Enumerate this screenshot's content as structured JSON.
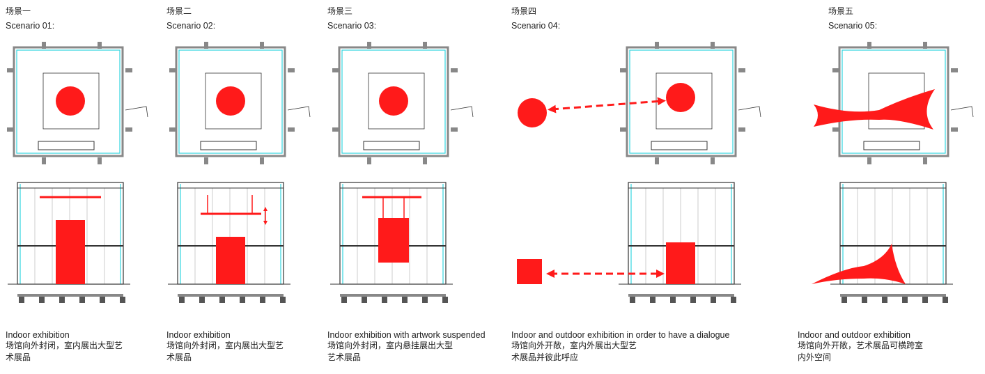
{
  "scenarios": [
    {
      "title_cn": "场景一",
      "title_en": "Scenario 01:",
      "desc_en": "Indoor exhibition",
      "desc_cn": [
        "场馆向外封闭，室内展出大型艺",
        "术展品"
      ]
    },
    {
      "title_cn": "场景二",
      "title_en": "Scenario 02:",
      "desc_en": "Indoor exhibition",
      "desc_cn": [
        "场馆向外封闭，室内展出大型艺",
        "术展品"
      ]
    },
    {
      "title_cn": "场景三",
      "title_en": "Scenario 03:",
      "desc_en": "Indoor exhibition with artwork suspended",
      "desc_cn": [
        "场馆向外封闭，室内悬挂展出大型",
        "艺术展品"
      ]
    },
    {
      "title_cn": "场景四",
      "title_en": "Scenario 04:",
      "desc_en": "Indoor and outdoor exhibition in order to have a dialogue",
      "desc_cn": [
        "场馆向外开敞，室内外展出大型艺",
        "术展品并彼此呼应"
      ]
    },
    {
      "title_cn": "场景五",
      "title_en": "Scenario 05:",
      "desc_en": "Indoor and outdoor exhibition",
      "desc_cn": [
        "场馆向外开敞，艺术展品可横跨室",
        "内外空间"
      ]
    }
  ],
  "colors": {
    "artwork": "#ff1a1a",
    "glass": "#33d6e0",
    "wall": "#888888",
    "line": "#333333"
  }
}
